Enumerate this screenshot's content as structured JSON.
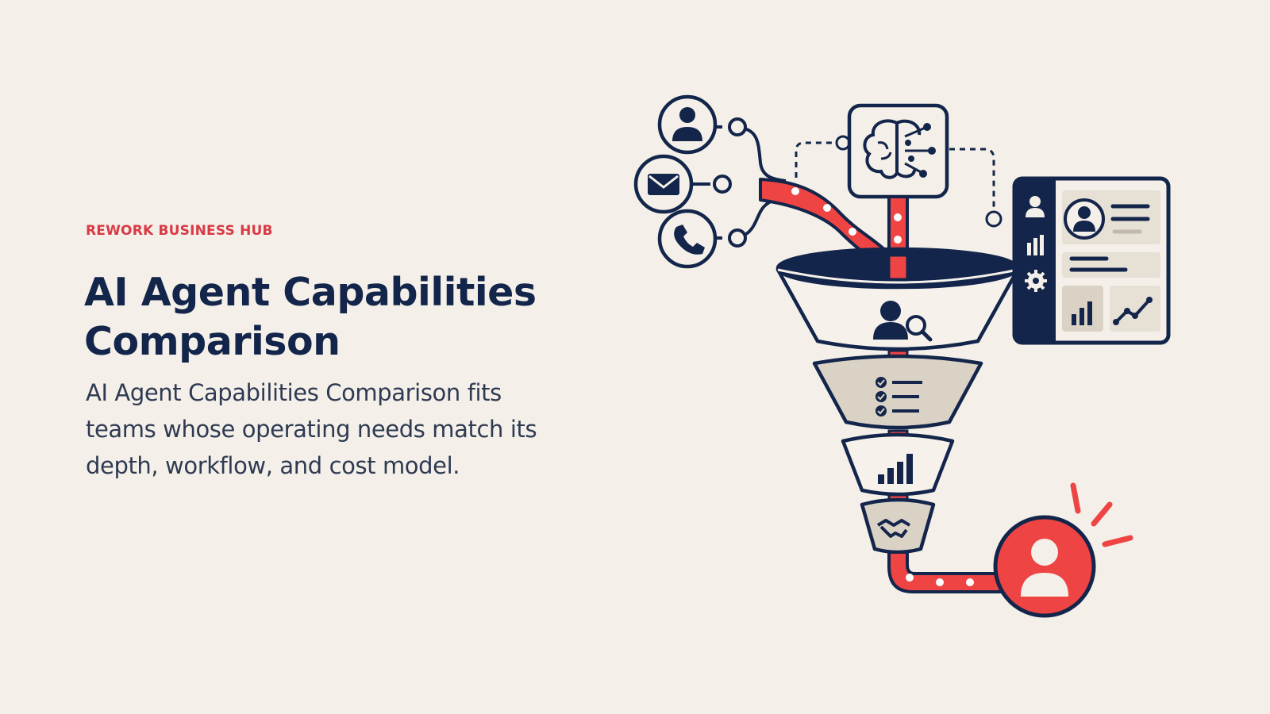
{
  "header": {
    "eyebrow": "REWORK BUSINESS HUB",
    "title": "AI Agent Capabilities Comparison",
    "description": "AI Agent Capabilities Comparison fits teams whose operating needs match its depth, workflow, and cost model."
  },
  "illustration": {
    "input_channels": [
      "user-icon",
      "mail-icon",
      "phone-icon"
    ],
    "center_node": "brain-icon",
    "dashboard_icons": [
      "user-icon",
      "bar-chart-icon",
      "gear-icon",
      "profile-icon",
      "line-chart-icon"
    ],
    "funnel_stages": [
      "search-user-icon",
      "checklist-icon",
      "bar-chart-icon",
      "handshake-icon"
    ],
    "output": "customer-icon",
    "colors": {
      "navy": "#13254a",
      "red": "#ef4444",
      "cream": "#f4f0e9",
      "beige": "#d9d2c5"
    }
  }
}
